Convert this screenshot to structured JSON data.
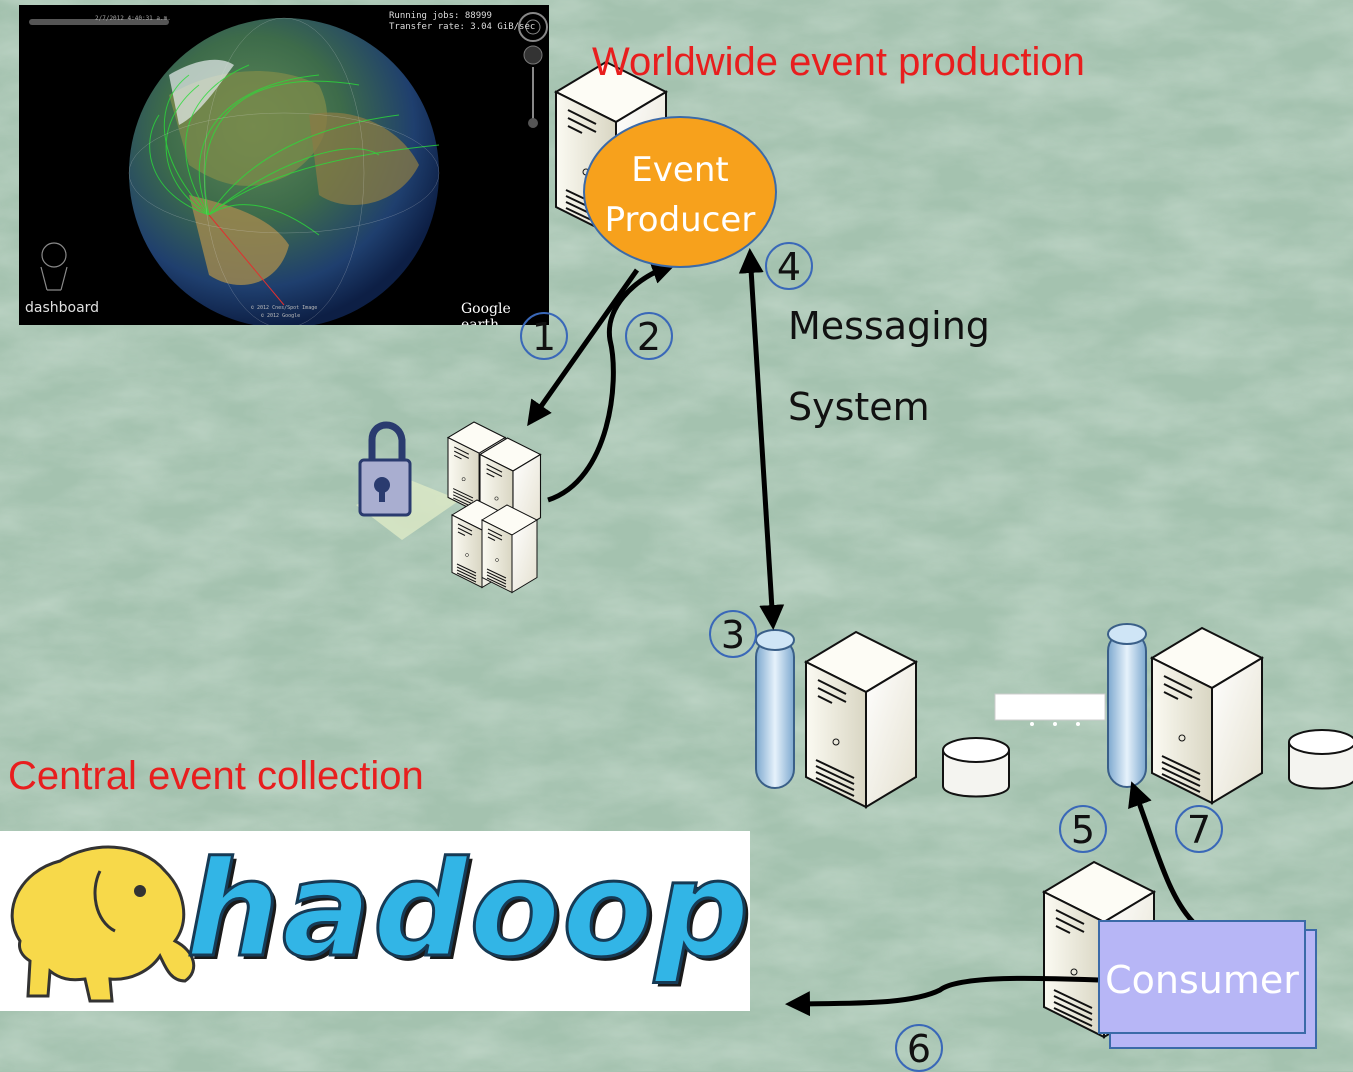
{
  "headings": {
    "worldwide": "Worldwide event production",
    "central": "Central event collection"
  },
  "messaging": {
    "line1": "Messaging",
    "line2": "System"
  },
  "event_producer": {
    "line1": "Event",
    "line2": "Producer"
  },
  "consumer": "Consumer",
  "steps": [
    "1",
    "2",
    "3",
    "4",
    "5",
    "6",
    "7"
  ],
  "dashboard": {
    "running_jobs": "Running jobs: 88999",
    "transfer_rate": "Transfer rate: 3.04 GiB/sec",
    "date": "2/7/2012 4:40:31 a.m.",
    "logo": "dashboard",
    "brand": "Google earth",
    "copyright1": "© 2012 Cnes/Spot Image",
    "copyright2": "© 2012 Google"
  },
  "hadoop_logo": "hadoop",
  "colors": {
    "heading": "#e81e1e",
    "producer_fill": "#f7a11c",
    "consumer_fill": "#b7b6f6",
    "step_ring": "#3a68b8",
    "hadoop_blue": "#32b5e6"
  },
  "icons": [
    "server-icon",
    "lock-icon",
    "database-icon",
    "queue-cylinder-icon",
    "elephant-icon"
  ]
}
